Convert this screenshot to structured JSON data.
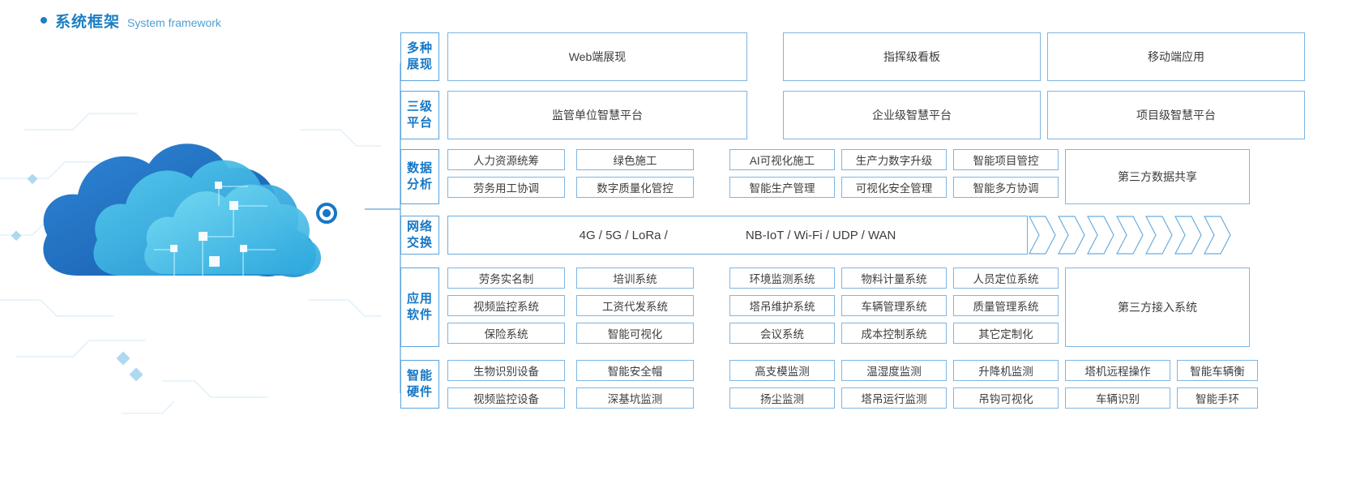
{
  "heading": {
    "title_cn": "系统框架",
    "title_en": "System framework",
    "accent": "#1b7fc4"
  },
  "artwork": {
    "name": "cloud-network-illustration",
    "description": "blue cloud with circuit lines and node dot"
  },
  "rows": [
    {
      "label": "多种展现",
      "label_lines": [
        "多种",
        "展现"
      ],
      "type": "triple",
      "cells": [
        "Web端展现",
        "指挥级看板",
        "移动端应用"
      ]
    },
    {
      "label": "三级平台",
      "label_lines": [
        "三级",
        "平台"
      ],
      "type": "triple",
      "cells": [
        "监管单位智慧平台",
        "企业级智慧平台",
        "项目级智慧平台"
      ]
    },
    {
      "label": "数据分析",
      "label_lines": [
        "数据",
        "分析"
      ],
      "type": "grid",
      "left_group": [
        [
          "人力资源统筹",
          "绿色施工"
        ],
        [
          "劳务用工协调",
          "数字质量化管控"
        ]
      ],
      "mid_group": [
        [
          "AI可视化施工",
          "生产力数字升级",
          "智能项目管控"
        ],
        [
          "智能生产管理",
          "可视化安全管理",
          "智能多方协调"
        ]
      ],
      "right_box": "第三方数据共享"
    },
    {
      "label": "网络交换",
      "label_lines": [
        "网络",
        "交换"
      ],
      "type": "network",
      "texts": [
        "4G / 5G / LoRa /",
        "NB-IoT / Wi-Fi / UDP / WAN"
      ],
      "chevron_count": 7
    },
    {
      "label": "应用软件",
      "label_lines": [
        "应用",
        "软件"
      ],
      "type": "grid",
      "left_group": [
        [
          "劳务实名制",
          "培训系统"
        ],
        [
          "视频监控系统",
          "工资代发系统"
        ],
        [
          "保险系统",
          "智能可视化"
        ]
      ],
      "mid_group": [
        [
          "环境监测系统",
          "物料计量系统",
          "人员定位系统"
        ],
        [
          "塔吊维护系统",
          "车辆管理系统",
          "质量管理系统"
        ],
        [
          "会议系统",
          "成本控制系统",
          "其它定制化"
        ]
      ],
      "right_box": "第三方接入系统"
    },
    {
      "label": "智能硬件",
      "label_lines": [
        "智能",
        "硬件"
      ],
      "type": "grid-wide",
      "left_group": [
        [
          "生物识别设备",
          "智能安全帽"
        ],
        [
          "视频监控设备",
          "深基坑监测"
        ]
      ],
      "mid_group": [
        [
          "高支模监测",
          "温湿度监测",
          "升降机监测"
        ],
        [
          "扬尘监测",
          "塔吊运行监测",
          "吊钩可视化"
        ]
      ],
      "right_group": [
        [
          "塔机远程操作",
          "智能车辆衡"
        ],
        [
          "车辆识别",
          "智能手环"
        ]
      ]
    }
  ],
  "colors": {
    "border": "#7fb5e2",
    "label_border": "#5ba3dd",
    "label_text": "#1577c6",
    "cell_text": "#3d3d3d",
    "cloud_dark": "#1b6fc0",
    "cloud_light": "#4fc3e8"
  }
}
